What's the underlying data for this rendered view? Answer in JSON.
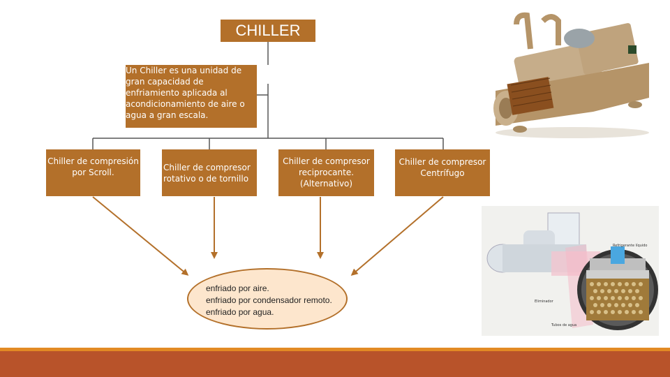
{
  "title": "CHILLER",
  "definition": "Un Chiller es una unidad de gran capacidad de enfriamiento aplicada al acondicionamiento de aire o agua a gran escala.",
  "types": [
    "Chiller de compresión por Scroll.",
    "Chiller de compresor rotativo o de tornillo",
    "Chiller de compresor reciprocante. (Alternativo)",
    "Chiller de compresor Centrífugo"
  ],
  "cooling_options": [
    "enfriado por aire.",
    "enfriado por condensador remoto.",
    "enfriado por agua."
  ],
  "photo2_labels": {
    "top": "Refrigerante líquido",
    "left": "Eliminador",
    "bottom": "Tubos de agua"
  },
  "colors": {
    "box": "#b3702a",
    "oval_fill": "#fde6cd",
    "bar_top": "#e28a24",
    "bar_bottom": "#b8532a"
  }
}
